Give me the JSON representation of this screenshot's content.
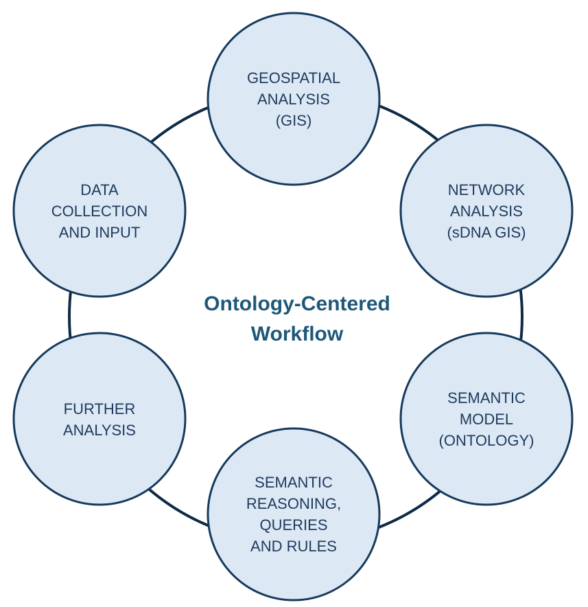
{
  "title": {
    "line1": "Ontology-Centered",
    "line2": "Workflow"
  },
  "colors": {
    "circle_fill": "#dde8f5",
    "circle_stroke": "#163a5c",
    "ring_stroke": "#0f2a45",
    "node_text": "#1d3a5c",
    "title_text": "#1e5878"
  },
  "nodes": [
    {
      "lines": [
        "GEOSPATIAL",
        "ANALYSIS",
        "(GIS)"
      ]
    },
    {
      "lines": [
        "NETWORK",
        "ANALYSIS",
        "(sDNA GIS)"
      ]
    },
    {
      "lines": [
        "SEMANTIC",
        "MODEL",
        "(ONTOLOGY)"
      ]
    },
    {
      "lines": [
        "SEMANTIC",
        "REASONING,",
        "QUERIES",
        "AND RULES"
      ]
    },
    {
      "lines": [
        "FURTHER",
        "ANALYSIS"
      ]
    },
    {
      "lines": [
        "DATA",
        "COLLECTION",
        "AND INPUT"
      ]
    }
  ]
}
